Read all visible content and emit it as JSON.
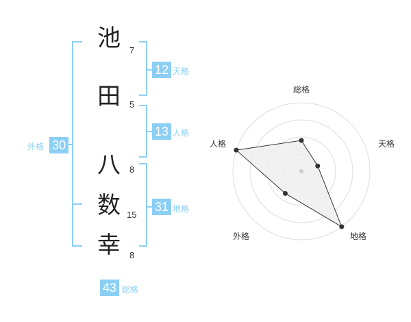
{
  "name": {
    "chars": [
      {
        "char": "池",
        "strokes": "7"
      },
      {
        "char": "田",
        "strokes": "5"
      },
      {
        "char": "八",
        "strokes": "8"
      },
      {
        "char": "数",
        "strokes": "15"
      },
      {
        "char": "幸",
        "strokes": "8"
      }
    ]
  },
  "scores": {
    "tenkaku": {
      "value": "12",
      "label": "天格"
    },
    "jinkaku": {
      "value": "13",
      "label": "人格"
    },
    "chikaku": {
      "value": "31",
      "label": "地格"
    },
    "gaikaku": {
      "value": "30",
      "label": "外格"
    },
    "soukaku": {
      "value": "43",
      "label": "総格"
    }
  },
  "chart_data": {
    "type": "radar",
    "axes": [
      "総格",
      "天格",
      "地格",
      "外格",
      "人格"
    ],
    "values": [
      0.45,
      0.25,
      1.0,
      0.4,
      1.0
    ],
    "max": 1,
    "rings": 4,
    "colors": {
      "fill": "#eeeeee",
      "line": "#333333",
      "ring": "#dddddd",
      "point": "#333333",
      "center": "#cccccc"
    }
  },
  "colors": {
    "accent": "#8ccff5"
  }
}
